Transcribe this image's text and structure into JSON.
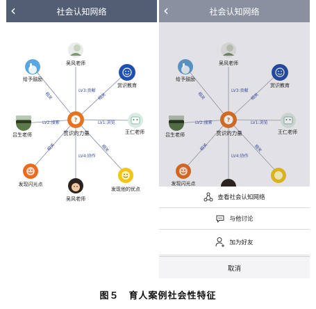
{
  "left_screen": {
    "header": {
      "title": "社会认知网络"
    },
    "center": "赏识的力量",
    "nodes": {
      "top": "吴风老师",
      "top_left": "给予鼓励",
      "top_right": "赏识教育",
      "left": "吕生老师",
      "right": "王仁老师",
      "bottom_left": "发现闪光点",
      "bottom": "吴风老师",
      "bottom_right": "发现他的优点"
    },
    "edges": {
      "top": "LV3:贡献",
      "top_left": "相关",
      "top_right": "相关",
      "left": "LV2:搜索",
      "right": "LV1:浏览",
      "bottom_left": "相关",
      "bottom": "LV4:协作",
      "bottom_right": "相关"
    }
  },
  "right_screen": {
    "header": {
      "title": "社会认知网络"
    },
    "center": "赏识的力量",
    "nodes": {
      "top": "吴风老师",
      "top_left": "给予鼓励",
      "top_right": "赏识教育",
      "left": "吕生老师",
      "right": "王仁老师",
      "bottom_left": "发现闪光点"
    },
    "edges": {
      "top": "LV3:贡献",
      "top_left": "相关",
      "top_right": "相关",
      "left": "LV2:搜索",
      "right": "LV1:浏览",
      "bottom_left": "相关",
      "bottom": "LV4:协作",
      "bottom_right": "相关"
    },
    "action_sheet": {
      "view_network": "查看社会认知网络",
      "discuss": "与他讨论",
      "add_friend": "加为好友",
      "cancel": "取消"
    }
  },
  "caption": "图５　育人案例社会性特征",
  "colors": {
    "header_bg": "#525e74",
    "center_node": "#e8731f",
    "blue_node": "#1f4fb0",
    "orange_node": "#ea6a1e",
    "yellow_node": "#f2c418",
    "edge": "#7d8aa6",
    "overlay": "#e2e2e6"
  }
}
